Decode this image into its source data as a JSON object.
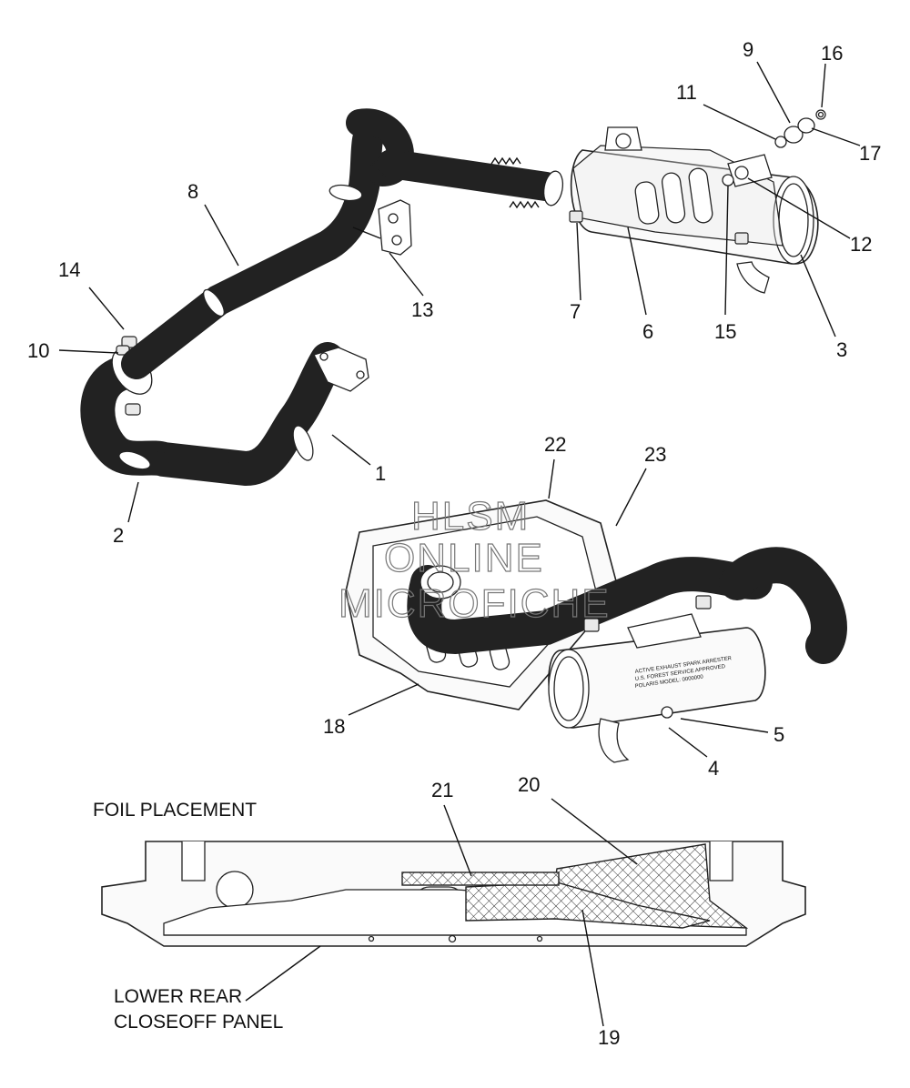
{
  "callouts": [
    "1",
    "2",
    "3",
    "4",
    "5",
    "6",
    "7",
    "8",
    "9",
    "10",
    "11",
    "12",
    "13",
    "14",
    "15",
    "16",
    "17",
    "18",
    "19",
    "20",
    "21",
    "22",
    "23"
  ],
  "captions": {
    "foil_placement": "FOIL PLACEMENT",
    "lower_rear_line1": "LOWER REAR",
    "lower_rear_line2": "CLOSEOFF PANEL"
  },
  "watermark": {
    "line1": "HLSM",
    "line2": "ONLINE",
    "line3": "MICROFICHE"
  },
  "muffler_label": {
    "line1": "ACTIVE EXHAUST SPARK ARRESTER",
    "line2": "U.S. FOREST SERVICE APPROVED",
    "line3": "POLARIS MODEL: 0000000"
  }
}
